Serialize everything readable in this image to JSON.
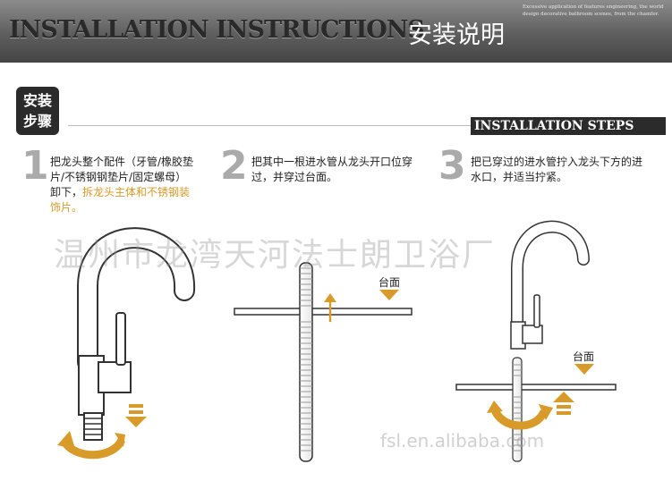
{
  "header": {
    "title_en": "INSTALLATION INSTRUCTIONS",
    "title_cn": "安装说明",
    "small_text": "Excessive application of features engineering, the world design decorative bathroom scenes, from the chamfer."
  },
  "section": {
    "badge": [
      "安装",
      "步骤"
    ],
    "title": "INSTALLATION STEPS"
  },
  "steps": [
    {
      "number": "1",
      "text": "把龙头整个配件（牙管/橡胶垫片/不锈钢钢垫片/固定螺母）卸下，",
      "highlight": "拆龙头主体和不锈钢装饰片。"
    },
    {
      "number": "2",
      "text": "把其中一根进水管从龙头开口位穿过，并穿过台面。",
      "label": "台面"
    },
    {
      "number": "3",
      "text": "把已穿过的进水管拧入龙头下方的进水口，并适当拧紧。",
      "label": "台面"
    }
  ],
  "watermark": "温州市龙湾天河法士朗卫浴厂",
  "watermark_url": "fsl.en.alibaba.com",
  "colors": {
    "accent": "#d89a28",
    "banner": "#5e5e5e",
    "badge": "#2b2b2b"
  }
}
